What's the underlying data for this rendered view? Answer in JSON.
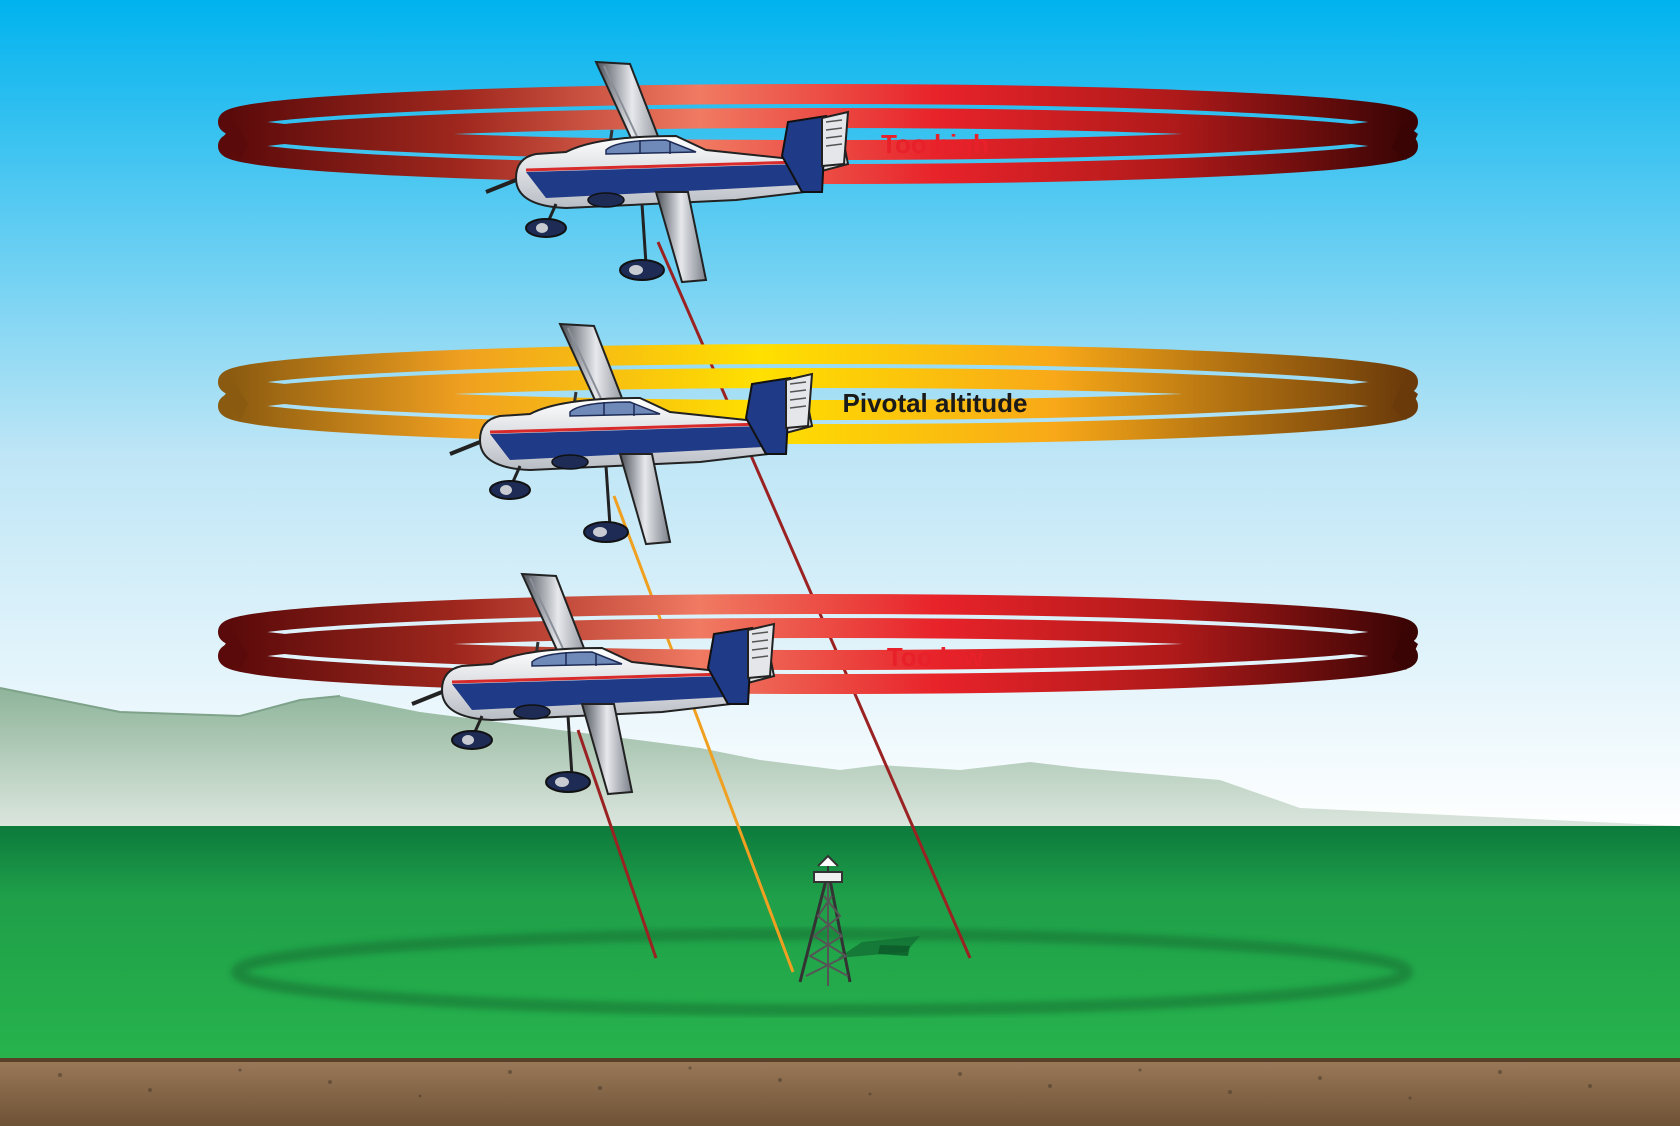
{
  "labels": {
    "too_high": "Too high",
    "pivotal": "Pivotal altitude",
    "too_low": "Too low"
  },
  "colors": {
    "sky_top": "#00b3ee",
    "sky_bottom": "#ffffff",
    "grass": "#20a848",
    "soil": "#8a6a4a",
    "label_red": "#e8202a",
    "label_dark": "#1a1a1a",
    "ring_red": "#e8232a",
    "ring_yellow": "#f8d200",
    "sight_line_red": "#9a2222",
    "sight_line_orange": "#f0a020"
  },
  "icons": {
    "airplane": "high-wing-airplane-icon",
    "tower": "pylon-tower-icon"
  }
}
